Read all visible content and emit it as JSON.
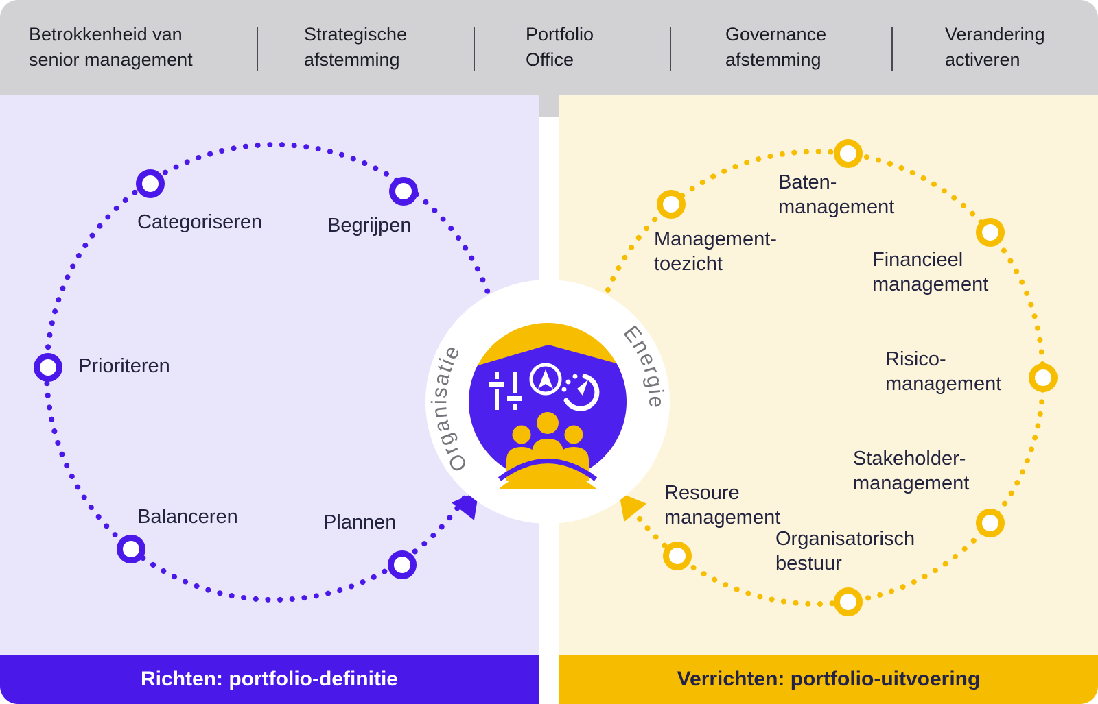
{
  "header": {
    "items": [
      {
        "label": "Betrokkenheid van\nsenior management"
      },
      {
        "label": "Strategische\nafstemming"
      },
      {
        "label": "Portfolio\nOffice"
      },
      {
        "label": "Governance\nafstemming"
      },
      {
        "label": "Verandering\nactiveren"
      }
    ]
  },
  "left_cycle": {
    "footer": "Richten: portfolio-definitie",
    "color": "#4A18E8",
    "nodes": [
      {
        "label": "Categoriseren"
      },
      {
        "label": "Begrijpen"
      },
      {
        "label": "Prioriteren"
      },
      {
        "label": "Balanceren"
      },
      {
        "label": "Plannen"
      }
    ]
  },
  "right_cycle": {
    "footer": "Verrichten: portfolio-uitvoering",
    "color": "#F7BD00",
    "nodes": [
      {
        "label": "Baten-\nmanagement"
      },
      {
        "label": "Management-\ntoezicht"
      },
      {
        "label": "Financieel\nmanagement"
      },
      {
        "label": "Risico-\nmanagement"
      },
      {
        "label": "Stakeholder-\nmanagement"
      },
      {
        "label": "Organisatorisch\nbestuur"
      },
      {
        "label": "Resoure\nmanagement"
      }
    ]
  },
  "center": {
    "left_label": "Organisatie",
    "right_label": "Energie",
    "icons": [
      "sliders-icon",
      "compass-icon",
      "gauge-icon",
      "people-icon"
    ]
  },
  "colors": {
    "header_bg": "#D2D2D4",
    "left_panel_bg": "#E9E5FB",
    "right_panel_bg": "#FCF5DB",
    "purple": "#4A18E8",
    "emblem_purple": "#4E20EE",
    "yellow": "#F7BD00",
    "text_dark": "#232340",
    "curved_text_gray": "#75757B"
  }
}
